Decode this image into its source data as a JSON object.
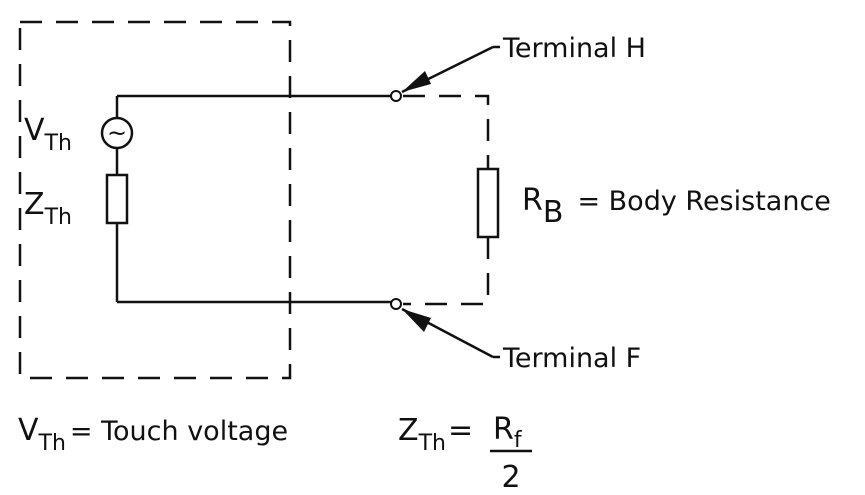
{
  "labels": {
    "terminal_h": "Terminal H",
    "terminal_f": "Terminal F",
    "v_main": "V",
    "v_sub": "Th",
    "z_main": "Z",
    "z_sub": "Th",
    "rb_main": "R",
    "rb_sub": "B",
    "rb_desc": "= Body Resistance",
    "source_symbol": "~"
  },
  "equations": {
    "touch_voltage": {
      "symbol_main": "V",
      "symbol_sub": "Th",
      "text": "= Touch voltage"
    },
    "impedance": {
      "symbol_main": "Z",
      "symbol_sub": "Th",
      "equals": "=",
      "numerator_main": "R",
      "numerator_sub": "f",
      "denominator": "2"
    }
  }
}
